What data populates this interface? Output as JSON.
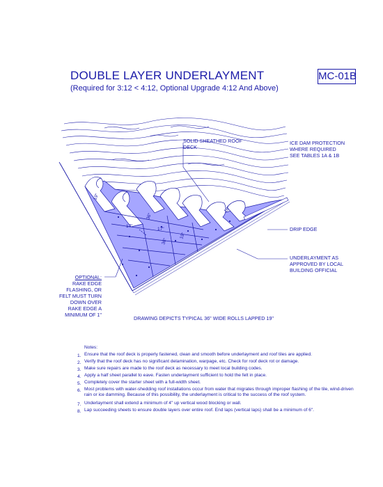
{
  "header": {
    "title": "DOUBLE LAYER UNDERLAYMENT",
    "subtitle": "(Required for 3:12 < 4:12, Optional Upgrade 4:12 And Above)",
    "code": "MC-01B"
  },
  "callouts": {
    "deck": [
      "SOLID SHEATHED ROOF",
      "DECK"
    ],
    "ice_dam": [
      "ICE DAM PROTECTION",
      "WHERE REQUIRED",
      "SEE TABLES 1A & 1B"
    ],
    "drip_edge": "DRIP EDGE",
    "underlayment": [
      "UNDERLAYMENT AS",
      "APPROVED BY LOCAL",
      "BUILDING OFFICIAL"
    ],
    "optional": [
      "OPTIONAL:",
      "RAKE EDGE",
      "FLASHING, OR",
      "FELT MUST TURN",
      "DOWN OVER",
      "RAKE EDGE A",
      "MINIMUM OF 1\""
    ],
    "caption": "DRAWING DEPICTS TYPICAL 36\" WIDE ROLLS LAPPED 19\""
  },
  "dimensions": {
    "d1": "19\"",
    "d2": "36\"",
    "d3": "17\"",
    "d4": "17\"",
    "d5": "36\"",
    "d6": "19\"",
    "d7": "19\""
  },
  "colors": {
    "ink": "#1a1aa8",
    "underlayment_fill": "#a6a6ff",
    "underlayment_light": "#c8c8ff"
  },
  "notes": {
    "heading": "Notes:",
    "items": [
      {
        "num": "1.",
        "text": "Ensure that the roof deck is properly fastened, clean and smooth before underlayment and roof tiles are applied."
      },
      {
        "num": "2.",
        "text": "Verify that the roof deck has no significant delamination, warpage, etc. Check for roof deck rot or damage."
      },
      {
        "num": "3.",
        "text": "Make sure repairs are made to the roof deck as necessary to meet local building codes."
      },
      {
        "num": "4.",
        "text": "Apply a half sheet parallel to eave. Fasten underlayment sufficient to hold the felt in place."
      },
      {
        "num": "5.",
        "text": "Completely cover the starter sheet with a full-width sheet."
      },
      {
        "num": "6.",
        "text": "Most problems with water-shedding roof installations occur from water that migrates through improper flashing of the tile, wind-driven rain or ice damming. Because of this possibility, the underlayment is critical to the success of the roof system."
      },
      {
        "num": "7.",
        "text": "Underlayment shall extend a minimum of 4\" up vertical wood blocking or wall."
      },
      {
        "num": "8.",
        "text": "Lap succeeding sheets to ensure double layers over entire roof. End laps (vertical laps) shall be a minimum of 6\"."
      }
    ]
  }
}
